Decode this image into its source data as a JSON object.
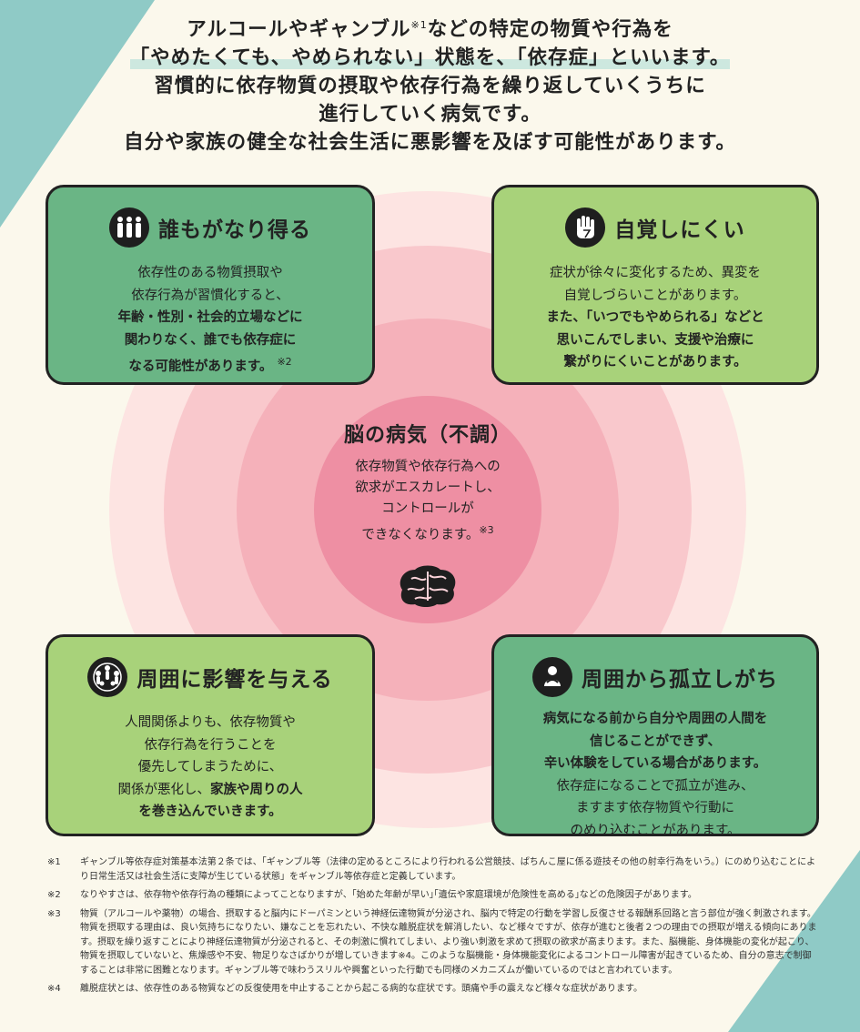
{
  "intro": {
    "line1a": "アルコールやギャンブル",
    "line1_sup": "※1",
    "line1b": "などの特定の物質や行為を",
    "line2a": "「やめたくても、やめられない」状態を、「依存症」といいます。",
    "line3": "習慣的に依存物質の摂取や依存行為を繰り返していくうちに",
    "line4": "進行していく病気です。",
    "line5": "自分や家族の健全な社会生活に悪影響を及ぼす可能性があります。"
  },
  "cards": {
    "anyone": {
      "title": "誰もがなり得る",
      "l1": "依存性のある物質摂取や",
      "l2": "依存行為が習慣化すると、",
      "l3": "年齢・性別・社会的立場などに",
      "l4": "関わりなく、誰でも依存症に",
      "l5": "なる可能性があります。",
      "sup": "※2"
    },
    "unaware": {
      "title": "自覚しにくい",
      "l1": "症状が徐々に変化するため、異変を",
      "l2": "自覚しづらいことがあります。",
      "l3": "また、「いつでもやめられる」などと",
      "l4": "思いこんでしまい、支援や治療に",
      "l5": "繋がりにくいことがあります。"
    },
    "affect": {
      "title": "周囲に影響を与える",
      "l1": "人間関係よりも、依存物質や",
      "l2": "依存行為を行うことを",
      "l3": "優先してしまうために、",
      "l4a": "関係が悪化し、",
      "l4b": "家族や周りの人",
      "l5": "を巻き込んでいきます。"
    },
    "isolate": {
      "title": "周囲から孤立しがち",
      "l1": "病気になる前から自分や周囲の人間を",
      "l2": "信じることができず、",
      "l3": "辛い体験をしている場合があります。",
      "l4": "依存症になることで孤立が進み、",
      "l5": "ますます依存物質や行動に",
      "l6": "のめり込むことがあります。"
    }
  },
  "center": {
    "title": "脳の病気（不調）",
    "l1": "依存物質や依存行為への",
    "l2": "欲求がエスカレートし、",
    "l3": "コントロールが",
    "l4": "できなくなります。",
    "sup": "※3"
  },
  "notes": [
    {
      "mark": "※1",
      "text": "ギャンブル等依存症対策基本法第２条では、「ギャンブル等（法律の定めるところにより行われる公営競技、ぱちんこ屋に係る遊技その他の射幸行為をいう。）にのめり込むことにより日常生活又は社会生活に支障が生じている状態」をギャンブル等依存症と定義しています。"
    },
    {
      "mark": "※2",
      "text": "なりやすさは、依存物や依存行為の種類によってことなりますが、｢始めた年齢が早い｣｢遺伝や家庭環境が危険性を高める｣などの危険因子があります。"
    },
    {
      "mark": "※3",
      "text": "物質（アルコールや薬物）の場合、摂取すると脳内にドーパミンという神経伝達物質が分泌され、脳内で特定の行動を学習し反復させる報酬系回路と言う部位が強く刺激されます。物質を摂取する理由は、良い気持ちになりたい、嫌なことを忘れたい、不快な離脱症状を解消したい、など様々ですが、依存が進むと後者２つの理由での摂取が増える傾向にあります。摂取を繰り返すことにより神経伝達物質が分泌されると、その刺激に慣れてしまい、より強い刺激を求めて摂取の欲求が高まります。また、脳機能、身体機能の変化が起こり、物質を摂取していないと、焦燥感や不安、物足りなさばかりが増していきます※4。このような脳機能・身体機能変化によるコントロール障害が起きているため、自分の意志で制御することは非常に困難となります。ギャンブル等で味わうスリルや興奮といった行動でも同様のメカニズムが働いているのではと言われています。"
    },
    {
      "mark": "※4",
      "text": "離脱症状とは、依存性のある物質などの反復使用を中止することから起こる病的な症状です。頭痛や手の震えなど様々な症状があります。"
    }
  ]
}
